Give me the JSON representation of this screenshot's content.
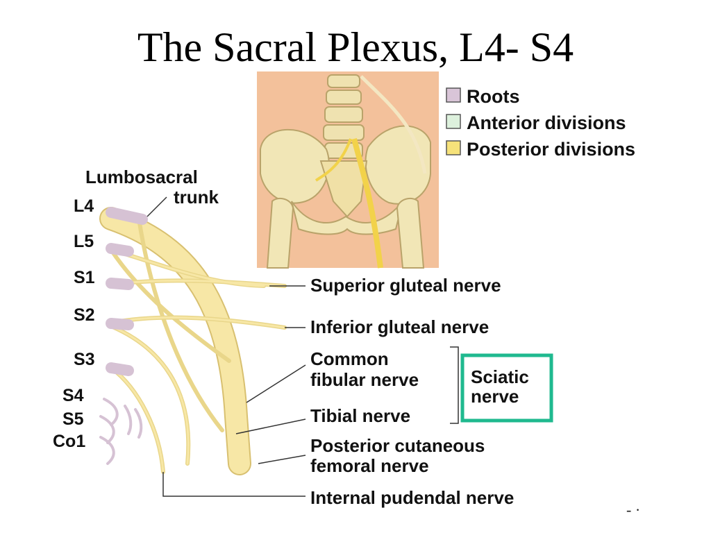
{
  "title": "The Sacral Plexus, L4- S4",
  "legend": {
    "items": [
      {
        "label": "Roots",
        "color": "#d9c5d8"
      },
      {
        "label": "Anterior divisions",
        "color": "#ddf1dd"
      },
      {
        "label": "Posterior divisions",
        "color": "#f6e27a"
      }
    ]
  },
  "trunk_label": {
    "line1": "Lumbosacral",
    "line2": "trunk"
  },
  "roots": [
    "L4",
    "L5",
    "S1",
    "S2",
    "S3",
    "S4",
    "S5",
    "Co1"
  ],
  "nerves": {
    "superior_gluteal": "Superior gluteal nerve",
    "inferior_gluteal": "Inferior gluteal nerve",
    "common_fibular_1": "Common",
    "common_fibular_2": "fibular nerve",
    "tibial": "Tibial nerve",
    "post_cut_1": "Posterior cutaneous",
    "post_cut_2": "femoral nerve",
    "internal_pudendal": "Internal pudendal nerve"
  },
  "sciatic": {
    "line1": "Sciatic",
    "line2": "nerve",
    "box_color": "#1fb98f"
  },
  "colors": {
    "nerve": "#f7e7a6",
    "nerve_edge": "#d8c070",
    "root": "#d6c2d4",
    "skin": "#f4c6a2",
    "bone": "#f1e6b6"
  }
}
